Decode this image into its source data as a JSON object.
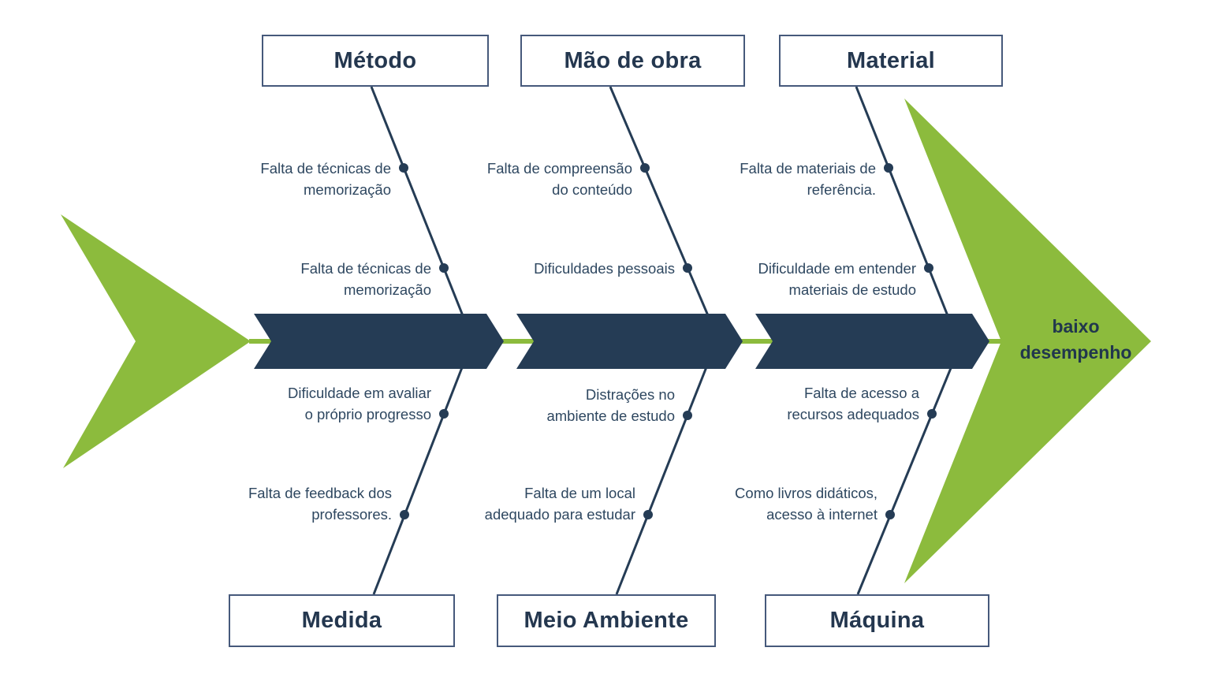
{
  "diagram": {
    "type": "fishbone-ishikawa",
    "effect": {
      "label": "baixo desempenho"
    },
    "colors": {
      "navy": "#253c55",
      "green": "#8cbb3d",
      "box_border": "#46597b",
      "cause_text": "#2e4760",
      "category_text": "#24374f"
    },
    "branches": [
      {
        "category": "Método",
        "position": "top",
        "causes": [
          {
            "lines": [
              "Falta de técnicas de",
              "memorização"
            ]
          },
          {
            "lines": [
              "Falta de técnicas de",
              "memorização"
            ]
          }
        ]
      },
      {
        "category": "Mão de obra",
        "position": "top",
        "causes": [
          {
            "lines": [
              "Falta de compreensão",
              "do conteúdo"
            ]
          },
          {
            "lines": [
              "Dificuldades pessoais"
            ]
          }
        ]
      },
      {
        "category": "Material",
        "position": "top",
        "causes": [
          {
            "lines": [
              "Falta de materiais de",
              "referência."
            ]
          },
          {
            "lines": [
              "Dificuldade em entender",
              "materiais de estudo"
            ]
          }
        ]
      },
      {
        "category": "Medida",
        "position": "bottom",
        "causes": [
          {
            "lines": [
              "Dificuldade em avaliar",
              "o próprio progresso"
            ]
          },
          {
            "lines": [
              "Falta de feedback dos",
              "professores."
            ]
          }
        ]
      },
      {
        "category": "Meio Ambiente",
        "position": "bottom",
        "causes": [
          {
            "lines": [
              "Distrações no",
              "ambiente de estudo"
            ]
          },
          {
            "lines": [
              "Falta de um local",
              "adequado para estudar"
            ]
          }
        ]
      },
      {
        "category": "Máquina",
        "position": "bottom",
        "causes": [
          {
            "lines": [
              "Falta de acesso a",
              "recursos adequados"
            ]
          },
          {
            "lines": [
              "Como livros didáticos,",
              "acesso à internet"
            ]
          }
        ]
      }
    ]
  }
}
